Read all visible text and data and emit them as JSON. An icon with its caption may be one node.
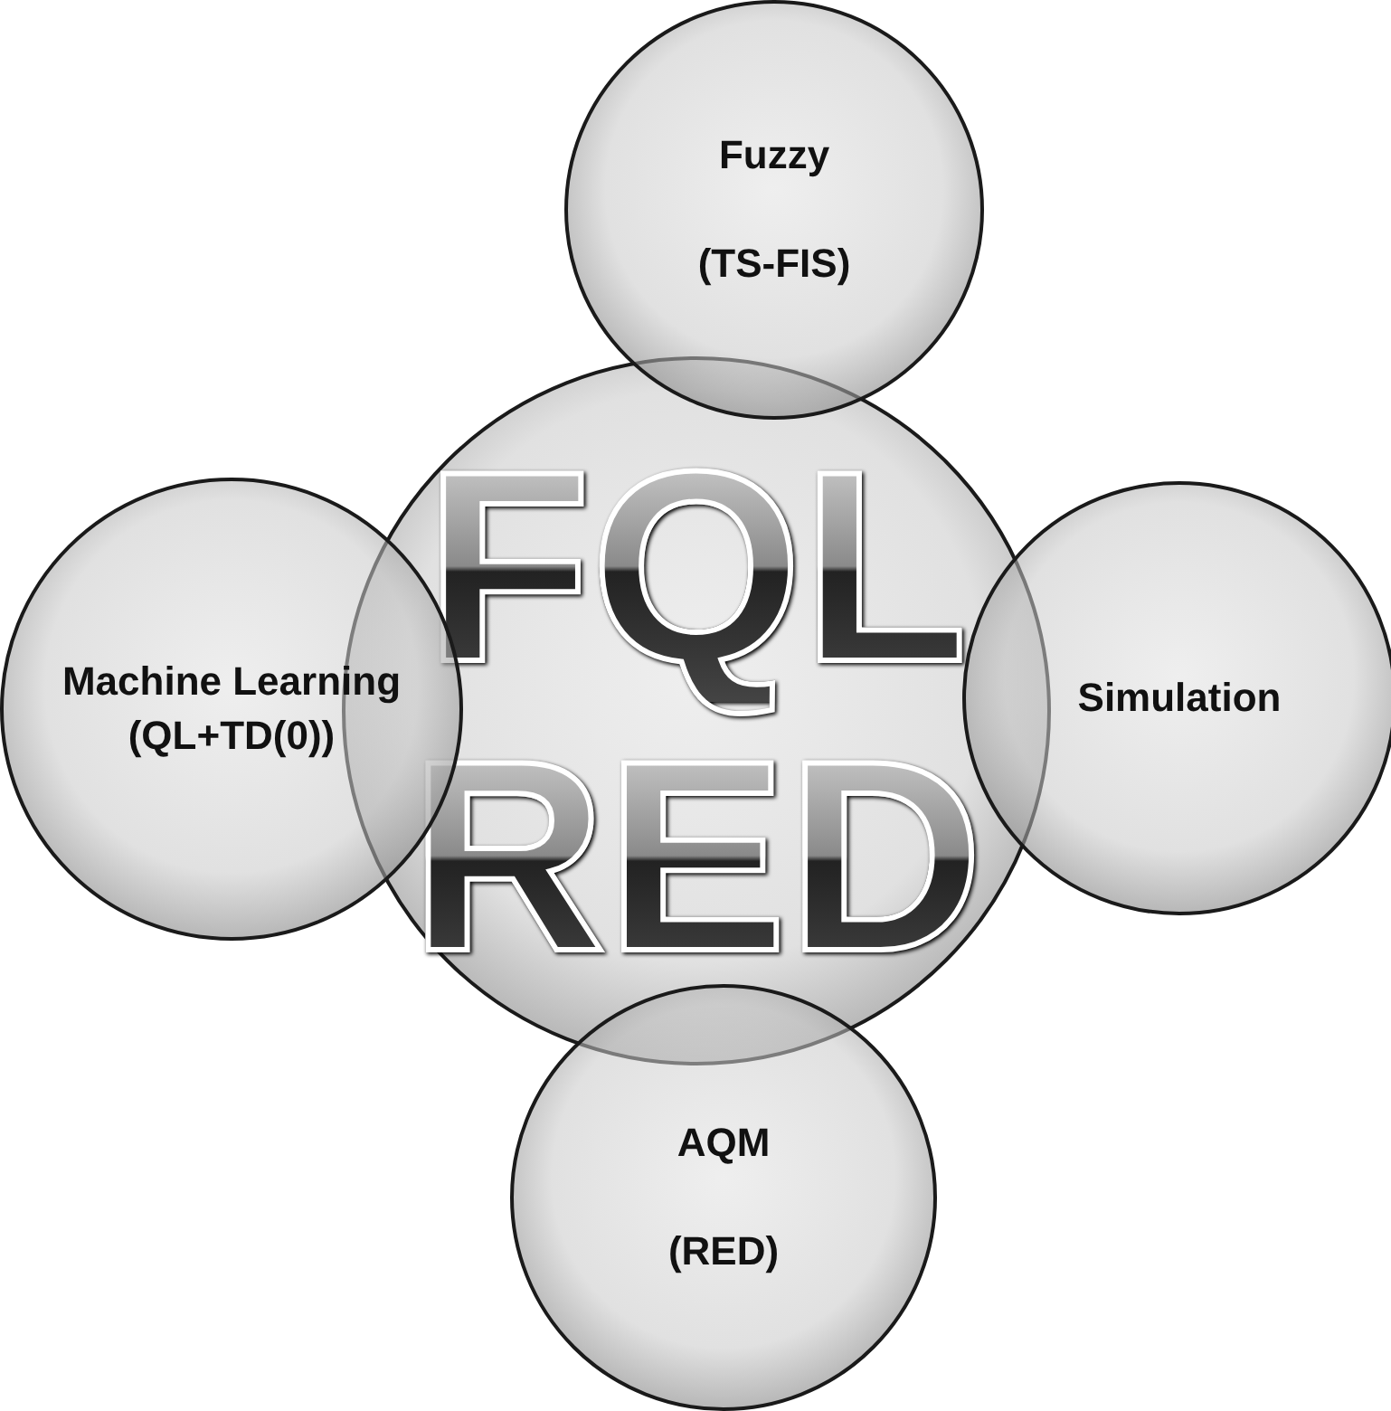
{
  "diagram": {
    "nodes": [
      {
        "text": [
          "Fuzzy",
          "(TS-FIS)"
        ]
      },
      {
        "text": [
          "Machine Learning (QL+TD(0))"
        ]
      },
      {
        "text": [
          "FQL",
          "RED"
        ]
      },
      {
        "text": [
          "Simulation"
        ]
      },
      {
        "text": [
          "AQM",
          "(RED)"
        ]
      }
    ]
  }
}
